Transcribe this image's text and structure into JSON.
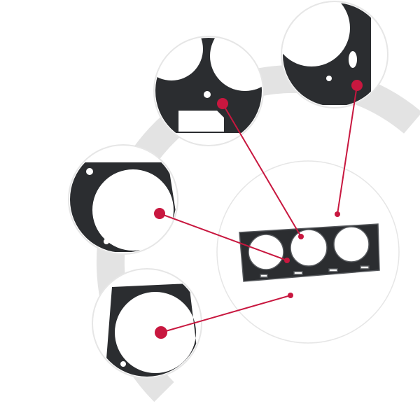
{
  "colors": {
    "background": "#ffffff",
    "ring": "#e3e3e3",
    "callout_border": "#e6e6e6",
    "gasket": "#2b2d30",
    "gasket_edge": "#55585c",
    "accent": "#c8173f"
  },
  "icons": [
    "cylinder-head-gasket-image",
    "detail-callout-circle",
    "pointer-line"
  ]
}
